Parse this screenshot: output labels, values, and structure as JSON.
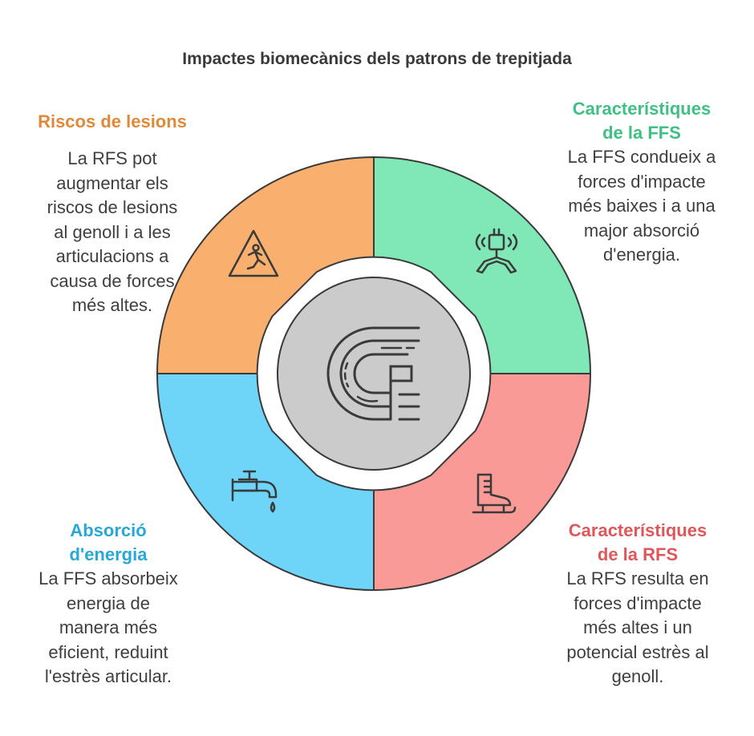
{
  "title": "Impactes biomecànics dels patrons de trepitjada",
  "colors": {
    "orange": "#f9b06f",
    "green": "#80e8b6",
    "blue": "#6ed5f9",
    "red": "#f99a97",
    "center": "#cbcbcb"
  },
  "quadrants": {
    "top_left": {
      "heading": "Riscos de lesions",
      "lines": [
        "La RFS pot",
        "augmentar els",
        "riscos de lesions",
        "al genoll i a les",
        "articulacions a",
        "causa de forces",
        "més altes."
      ],
      "icon": "warning-person-icon"
    },
    "top_right": {
      "heading_lines": [
        "Característiques",
        "de la FFS"
      ],
      "lines": [
        "La FFS condueix a",
        "forces d'impacte",
        "més baixes i a una",
        "major absorció",
        "d'energia."
      ],
      "icon": "claw-absorber-icon"
    },
    "bottom_left": {
      "heading_lines": [
        "Absorció",
        "d'energia"
      ],
      "lines": [
        "La FFS absorbeix",
        "energia de",
        "manera més",
        "eficient, reduint",
        "l'estrès articular."
      ],
      "icon": "faucet-drop-icon"
    },
    "bottom_right": {
      "heading_lines": [
        "Característiques",
        "de la RFS"
      ],
      "lines": [
        "La RFS resulta en",
        "forces d'impacte",
        "més altes i un",
        "potencial estrès al",
        "genoll."
      ],
      "icon": "skate-boot-icon"
    }
  },
  "center_icon": "track-icon"
}
